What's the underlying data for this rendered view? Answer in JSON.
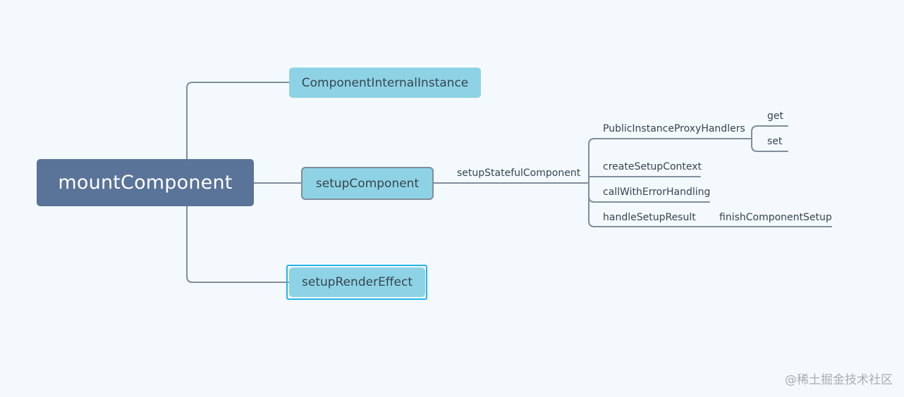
{
  "root": {
    "label": "mountComponent"
  },
  "children": {
    "internal_instance": "ComponentInternalInstance",
    "setup_component": "setupComponent",
    "setup_render_effect": "setupRenderEffect"
  },
  "setup_branch": {
    "stateful": "setupStatefulComponent",
    "public_proxy": "PublicInstanceProxyHandlers",
    "get": "get",
    "set": "set",
    "create_context": "createSetupContext",
    "call_with_error": "callWithErrorHandling",
    "handle_result": "handleSetupResult",
    "finish_setup": "finishComponentSetup"
  },
  "watermark": "@稀土掘金技术社区",
  "colors": {
    "background": "#f4f9fd",
    "root_fill": "#5a7398",
    "child_fill": "#8ed3e5",
    "connector": "#7e8e9c",
    "selection_outline": "#22b5ea"
  }
}
